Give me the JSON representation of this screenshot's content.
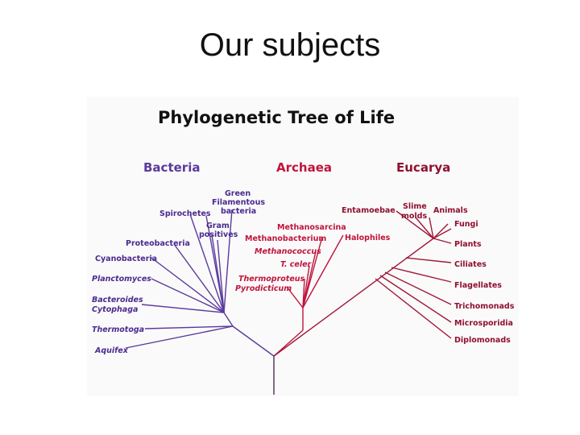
{
  "slide": {
    "title": "Our subjects"
  },
  "figure": {
    "title": "Phylogenetic Tree of Life",
    "domains": {
      "bacteria": "Bacteria",
      "archaea": "Archaea",
      "eucarya": "Eucarya"
    },
    "colors": {
      "bacteria": "#5b3a9e",
      "archaea": "#c0143c",
      "eucarya": "#a01838",
      "root": "#5a3a5a"
    },
    "bacteria_labels": {
      "green_1": "Green",
      "green_2": "Filamentous",
      "green_3": "bacteria",
      "spirochetes": "Spirochetes",
      "gram_1": "Gram",
      "gram_2": "positives",
      "proteobacteria": "Proteobacteria",
      "cyanobacteria": "Cyanobacteria",
      "planctomyces": "Planctomyces",
      "bacteroides_1": "Bacteroides",
      "bacteroides_2": "Cytophaga",
      "thermotoga": "Thermotoga",
      "aquifex": "Aquifex"
    },
    "archaea_labels": {
      "methanosarcina": "Methanosarcina",
      "methanobacterium": "Methanobacterium",
      "halophiles": "Halophiles",
      "methanococcus": "Methanococcus",
      "tceler": "T. celer",
      "thermoproteus": "Thermoproteus",
      "pyrodicticum": "Pyrodicticum"
    },
    "eucarya_labels": {
      "entamoebae": "Entamoebae",
      "slime_1": "Slime",
      "slime_2": "molds",
      "animals": "Animals",
      "fungi": "Fungi",
      "plants": "Plants",
      "ciliates": "Ciliates",
      "flagellates": "Flagellates",
      "trichomonads": "Trichomonads",
      "microsporidia": "Microsporidia",
      "diplomonads": "Diplomonads"
    }
  }
}
